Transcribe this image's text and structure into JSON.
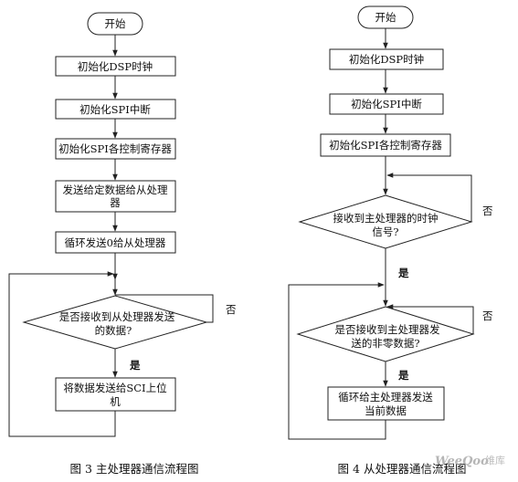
{
  "fig3": {
    "start": "开始",
    "init_clock": "初始化DSP时钟",
    "init_spi_int": "初始化SPI中断",
    "init_spi_regs": "初始化SPI各控制寄存器",
    "send_data_line1": "发送给定数据给从处理",
    "send_data_line2": "器",
    "loop_send_zero": "循环发送0给从处理器",
    "check_line1": "是否接收到从处理器发送",
    "check_line2": "的数据?",
    "send_upper_line1": "将数据发送给SCI上位",
    "send_upper_line2": "机",
    "yes": "是",
    "no": "否",
    "caption": "图 3 主处理器通信流程图"
  },
  "fig4": {
    "start": "开始",
    "init_clock": "初始化DSP时钟",
    "init_spi_int": "初始化SPI中断",
    "init_spi_regs": "初始化SPI各控制寄存器",
    "check_clock_line1": "接收到主处理器的时钟",
    "check_clock_line2": "信号?",
    "check_data_line1": "是否接收到主处理器发",
    "check_data_line2": "送的非零数据?",
    "loop_send_line1": "循环给主处理器发送",
    "loop_send_line2": "当前数据",
    "yes_1": "是",
    "no_1": "否",
    "yes_2": "是",
    "no_2": "否",
    "caption": "图 4 从处理器通信流程图"
  },
  "watermark": {
    "brand": "WeeQoo",
    "suffix": "维库"
  }
}
